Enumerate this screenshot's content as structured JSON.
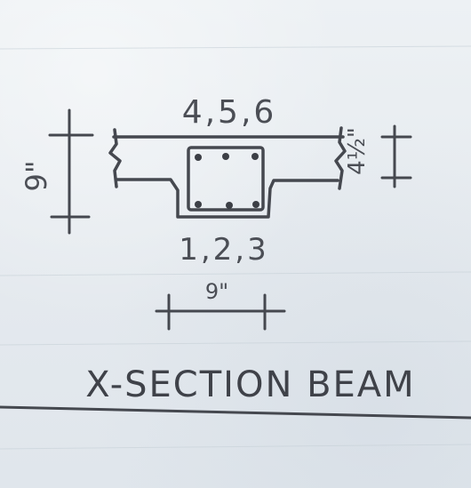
{
  "sketch": {
    "top_bar_label": "4,5,6",
    "bottom_bar_label": "1,2,3",
    "depth_label": "9\"",
    "slab_thickness_label": "4½\"",
    "width_label": "9\"",
    "title": "X-SECTION BEAM"
  },
  "colors": {
    "paper": "#e9eef2",
    "pencil": "#45484f",
    "ruled_line": "#b8c4cc"
  }
}
